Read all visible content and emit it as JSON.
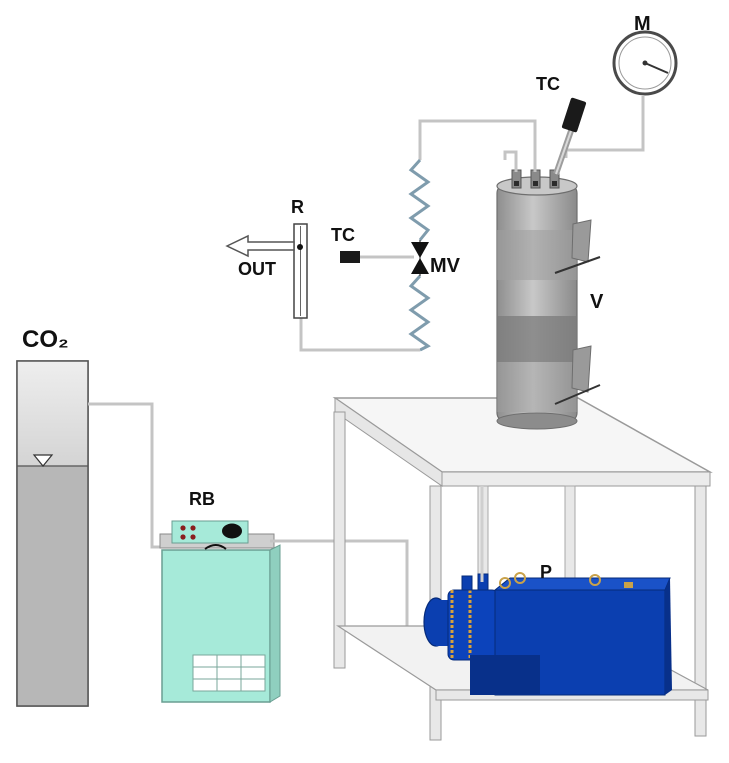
{
  "labels": {
    "gas_cylinder": "CO₂",
    "gauge": "M",
    "thermocouple_top": "TC",
    "thermocouple_mid": "TC",
    "restrictor": "R",
    "outlet": "OUT",
    "micrometric_valve": "MV",
    "vessel": "V",
    "refrigerated_bath": "RB",
    "pump": "P"
  },
  "icons": {
    "outlet_arrow": "arrow-left-icon",
    "valve": "bowtie-valve-icon",
    "gauge": "pressure-gauge-icon",
    "level_marker": "triangle-down-icon"
  },
  "colors": {
    "pump": "#0b3fb0",
    "pump_dark": "#08308a",
    "bath": "#a6ead9",
    "vessel": "#a9a9a9",
    "tubing": "#c0c0c0",
    "coil": "#7f9cad",
    "thermocouple": "#1a1a1a",
    "cylinder_liquid": "#b7b7b7"
  }
}
